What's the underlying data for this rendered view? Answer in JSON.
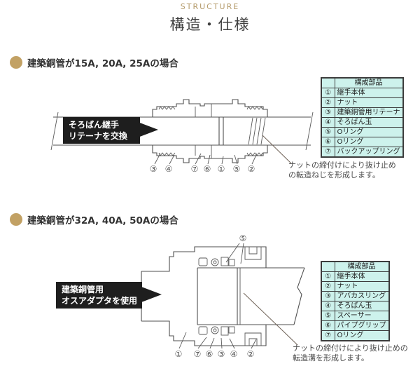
{
  "header": {
    "eyebrow": "STRUCTURE",
    "title": "構造・仕様"
  },
  "colors": {
    "accent_gold": "#c2a164",
    "eyebrow_text": "#b49a6a",
    "table_bg": "#cdf2ec",
    "label_bg": "#1e1e1e",
    "diagram_line": "#4f4f4f",
    "pointer_line": "#6f6257"
  },
  "sections": [
    {
      "heading": "建築銅管が15A, 20A, 25Aの場合",
      "label": {
        "line1": "そろばん継手",
        "line2": "リテーナを交換"
      },
      "note": {
        "line1": "ナットの締付けにより抜け止め",
        "line2": "の転造ねじを形成します。"
      },
      "callouts": [
        "③",
        "④",
        "⑦",
        "⑥",
        "①",
        "⑤",
        "②"
      ],
      "table": {
        "header": "構成部品",
        "rows": [
          {
            "num": "①",
            "name": "継手本体"
          },
          {
            "num": "②",
            "name": "ナット"
          },
          {
            "num": "③",
            "name": "建築銅管用リテーナ"
          },
          {
            "num": "④",
            "name": "そろばん玉"
          },
          {
            "num": "⑤",
            "name": "Oリング"
          },
          {
            "num": "⑥",
            "name": "Oリング"
          },
          {
            "num": "⑦",
            "name": "バックアップリング"
          }
        ]
      }
    },
    {
      "heading": "建築銅管が32A, 40A, 50Aの場合",
      "label": {
        "line1": "建築銅管用",
        "line2": "オスアダプタを使用"
      },
      "note": {
        "line1": "ナットの締付けにより抜け止めの",
        "line2": "転造溝を形成します。"
      },
      "callout_top": "⑤",
      "callouts": [
        "①",
        "⑦",
        "⑥",
        "③",
        "④",
        "②"
      ],
      "table": {
        "header": "構成部品",
        "rows": [
          {
            "num": "①",
            "name": "継手本体"
          },
          {
            "num": "②",
            "name": "ナット"
          },
          {
            "num": "③",
            "name": "アバカスリング"
          },
          {
            "num": "④",
            "name": "そろばん玉"
          },
          {
            "num": "⑤",
            "name": "スペーサー"
          },
          {
            "num": "⑥",
            "name": "パイプグリップ"
          },
          {
            "num": "⑦",
            "name": "Oリング"
          }
        ]
      }
    }
  ]
}
